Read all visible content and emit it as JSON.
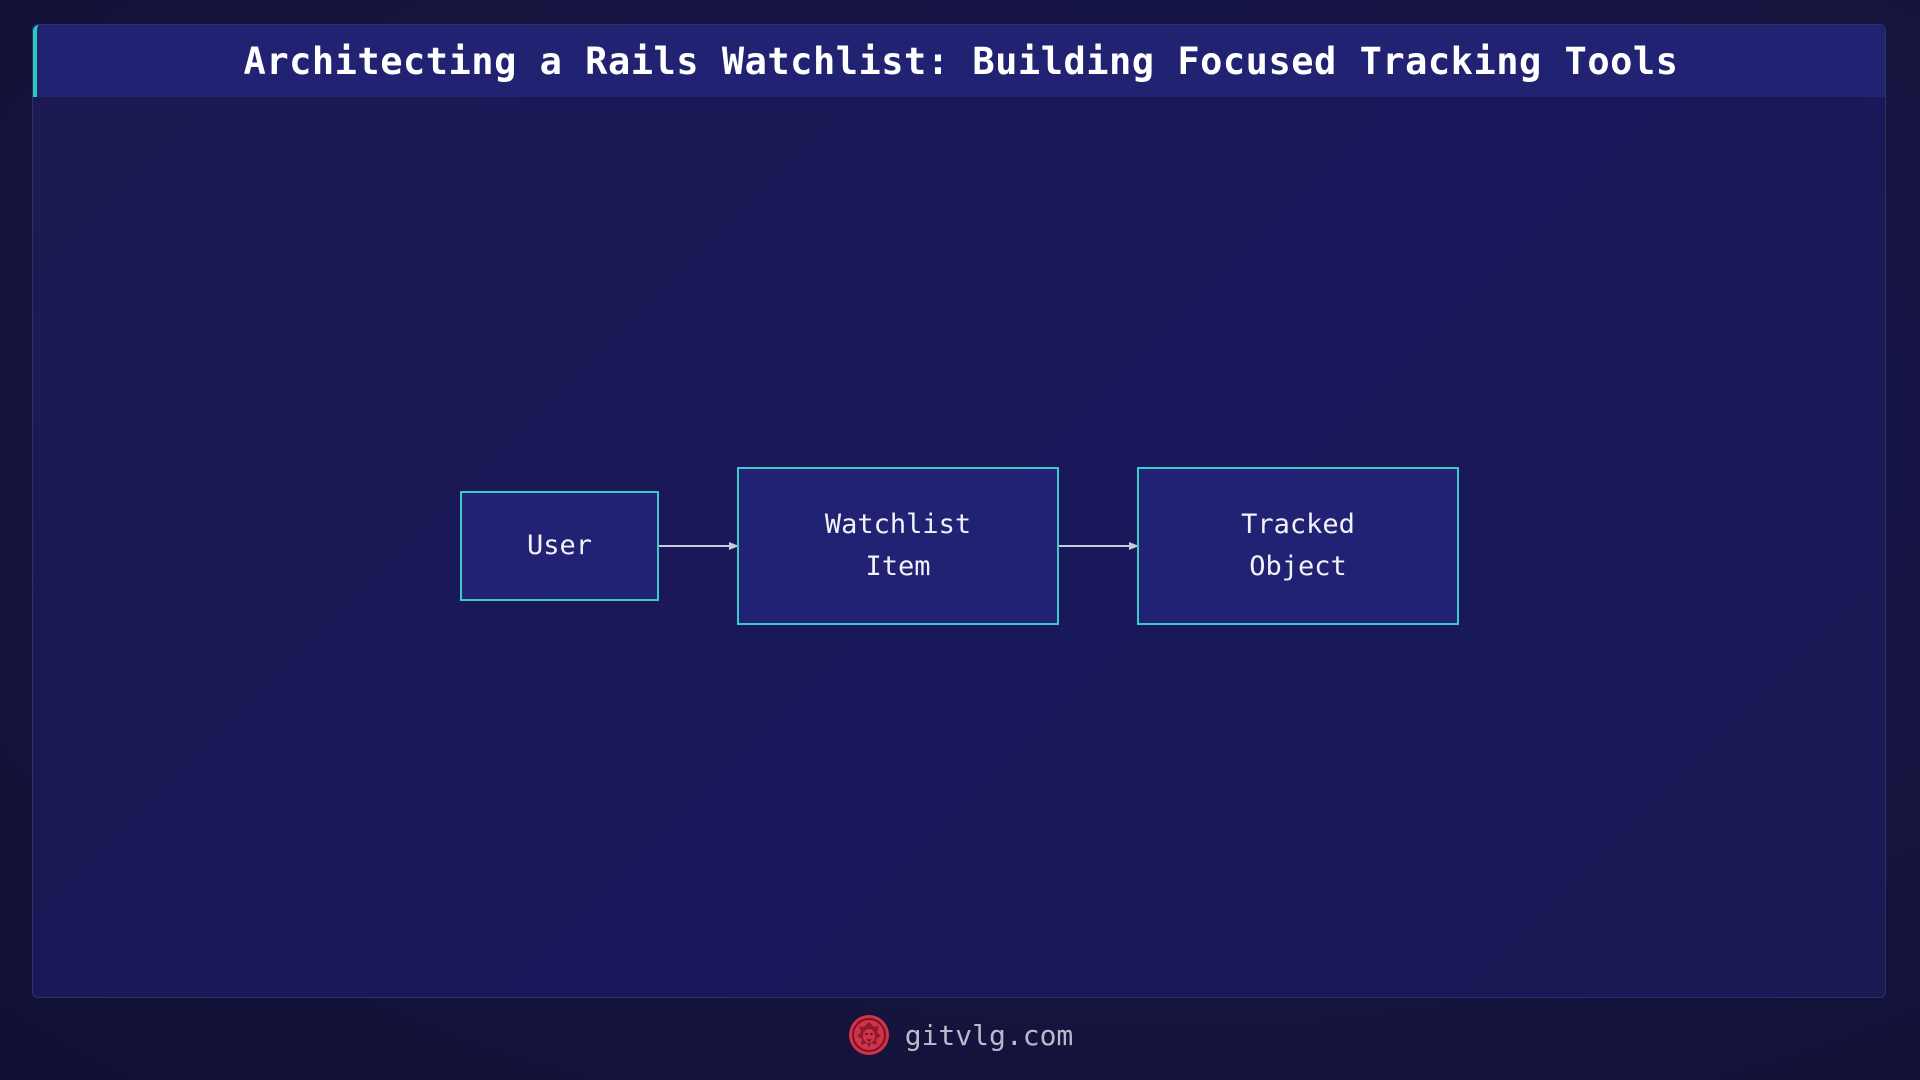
{
  "header": {
    "title": "Architecting a Rails Watchlist: Building Focused Tracking Tools"
  },
  "diagram": {
    "nodes": [
      {
        "id": "user",
        "label": "User"
      },
      {
        "id": "watchlist-item",
        "label": "Watchlist\nItem"
      },
      {
        "id": "tracked-object",
        "label": "Tracked\nObject"
      }
    ],
    "edges": [
      {
        "from": "user",
        "to": "watchlist-item"
      },
      {
        "from": "watchlist-item",
        "to": "tracked-object"
      }
    ]
  },
  "footer": {
    "site": "gitvlg.com",
    "logo_icon": "lion-logo-icon"
  },
  "colors": {
    "background": "#15143f",
    "title_bar": "#222273",
    "accent": "#2ec7c0",
    "node_fill": "#222274",
    "node_border": "#3ec9c6",
    "arrow": "#c8c8d8",
    "logo": "#d2334a"
  }
}
